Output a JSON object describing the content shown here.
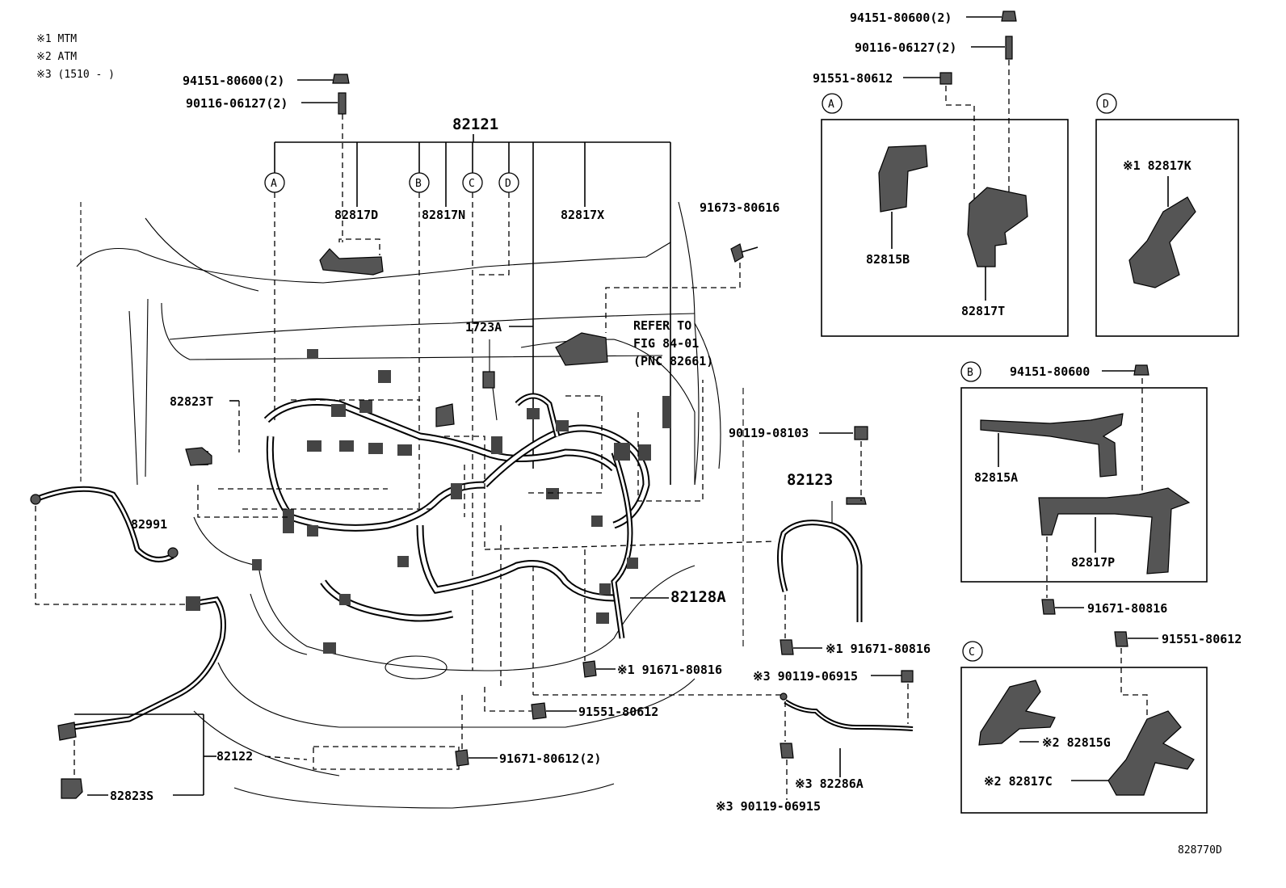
{
  "notes": [
    "※1 MTM",
    "※2 ATM",
    "※3 (1510 -    )"
  ],
  "figure_number": "828770D",
  "main_group": "82121",
  "main_letters": [
    "A",
    "B",
    "C",
    "D"
  ],
  "main_parts": {
    "p82817D": "82817D",
    "p82817N": "82817N",
    "p82817X": "82817X",
    "p1723A": "1723A",
    "p82823T": "82823T",
    "p82991": "82991",
    "p82122": "82122",
    "p82823S": "82823S",
    "p82128A": "82128A",
    "p82123": "82123",
    "p82286A": "※3 82286A"
  },
  "fasteners": {
    "f_nut_left": "94151-80600(2)",
    "f_stud_left": "90116-06127(2)",
    "f_91673": "91673-80616",
    "f_90119_08103": "90119-08103",
    "f_91671_80816_a": "※1 91671-80816",
    "f_91671_80816_b": "※1 91671-80816",
    "f_90119_06915_a": "※3 90119-06915",
    "f_90119_06915_b": "※3 90119-06915",
    "f_91551_main": "91551-80612",
    "f_91671_80612": "91671-80612(2)"
  },
  "refer": [
    "REFER TO",
    "FIG 84-01",
    "(PNC 82661)"
  ],
  "detail_A": {
    "letter": "A",
    "nut": "94151-80600(2)",
    "stud": "90116-06127(2)",
    "bolt": "91551-80612",
    "part1": "82815B",
    "part2": "82817T"
  },
  "detail_D": {
    "letter": "D",
    "part": "※1 82817K"
  },
  "detail_B": {
    "letter": "B",
    "nut": "94151-80600",
    "part1": "82815A",
    "part2": "82817P",
    "bolt": "91671-80816"
  },
  "detail_C": {
    "letter": "C",
    "bolt": "91551-80612",
    "part1": "※2 82815G",
    "part2": "※2 82817C"
  }
}
